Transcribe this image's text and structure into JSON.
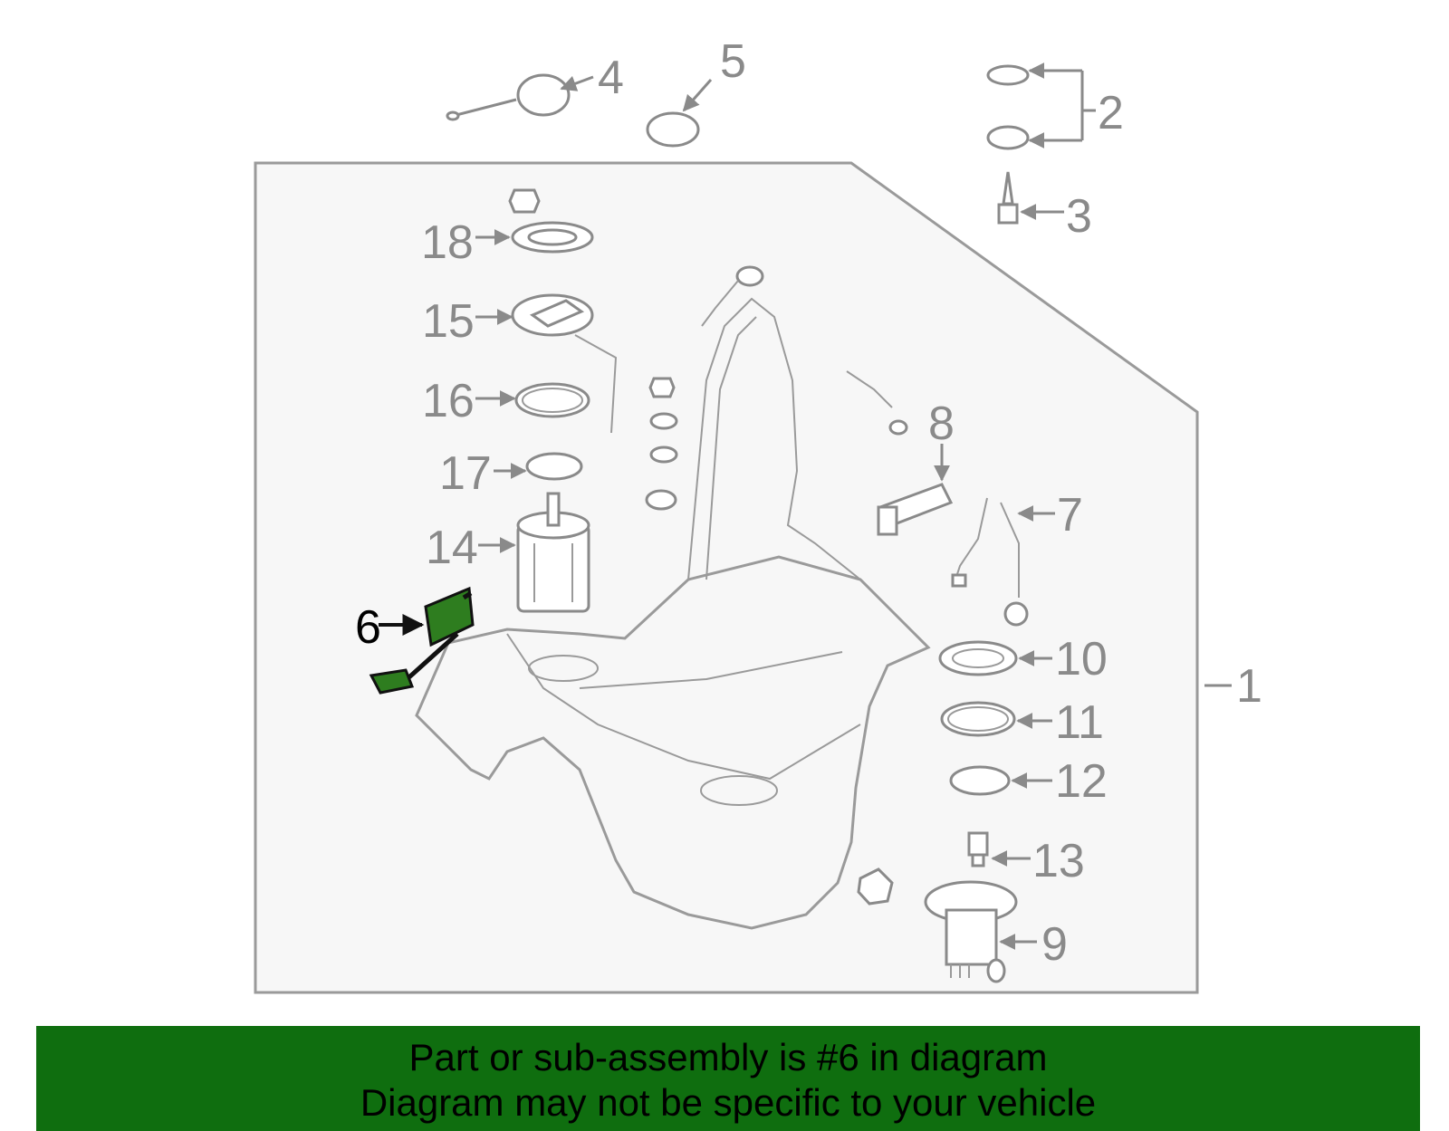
{
  "callouts": {
    "c1": "1",
    "c2": "2",
    "c3": "3",
    "c4": "4",
    "c5": "5",
    "c6": "6",
    "c7": "7",
    "c8": "8",
    "c9": "9",
    "c10": "10",
    "c11": "11",
    "c12": "12",
    "c13": "13",
    "c14": "14",
    "c15": "15",
    "c16": "16",
    "c17": "17",
    "c18": "18"
  },
  "highlight": {
    "part_number": "6",
    "color": "#2e7d1f"
  },
  "banner": {
    "line1": "Part or sub-assembly is #6 in diagram",
    "line2": "Diagram may not be specific to your vehicle",
    "background": "#0f6e0f"
  }
}
